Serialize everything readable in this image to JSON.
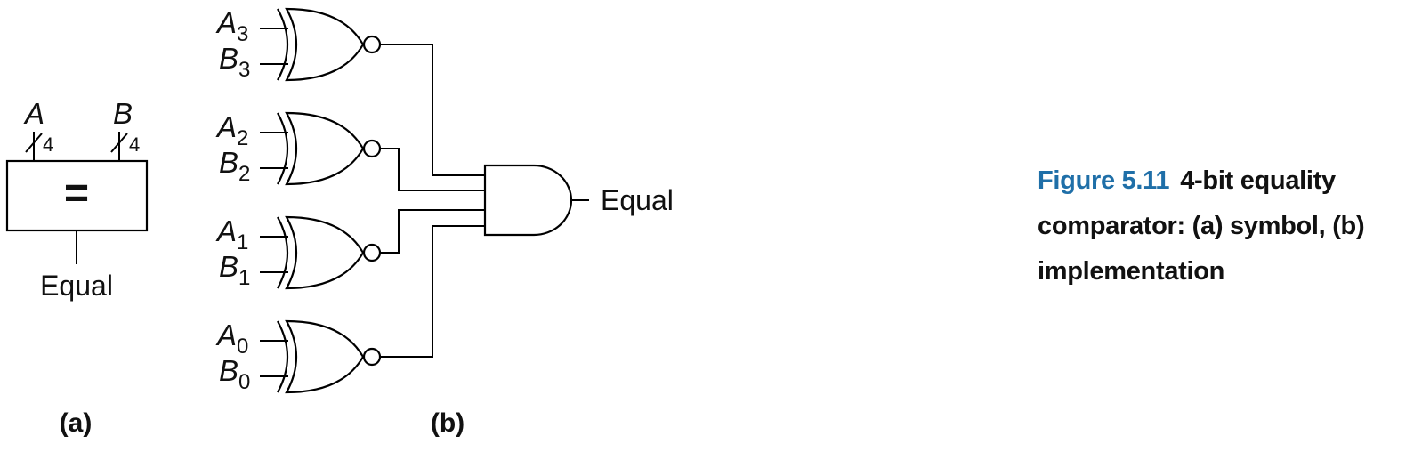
{
  "symbol": {
    "input_a": "A",
    "input_b": "B",
    "bus_width_a": "4",
    "bus_width_b": "4",
    "operator": "=",
    "output": "Equal",
    "part_label": "(a)"
  },
  "implementation": {
    "gates": [
      {
        "a": "A",
        "a_sub": "3",
        "b": "B",
        "b_sub": "3"
      },
      {
        "a": "A",
        "a_sub": "2",
        "b": "B",
        "b_sub": "2"
      },
      {
        "a": "A",
        "a_sub": "1",
        "b": "B",
        "b_sub": "1"
      },
      {
        "a": "A",
        "a_sub": "0",
        "b": "B",
        "b_sub": "0"
      }
    ],
    "output": "Equal",
    "part_label": "(b)"
  },
  "caption": {
    "figure_number": "Figure 5.11",
    "text": "4-bit equality comparator: (a) symbol, (b) implementation"
  }
}
